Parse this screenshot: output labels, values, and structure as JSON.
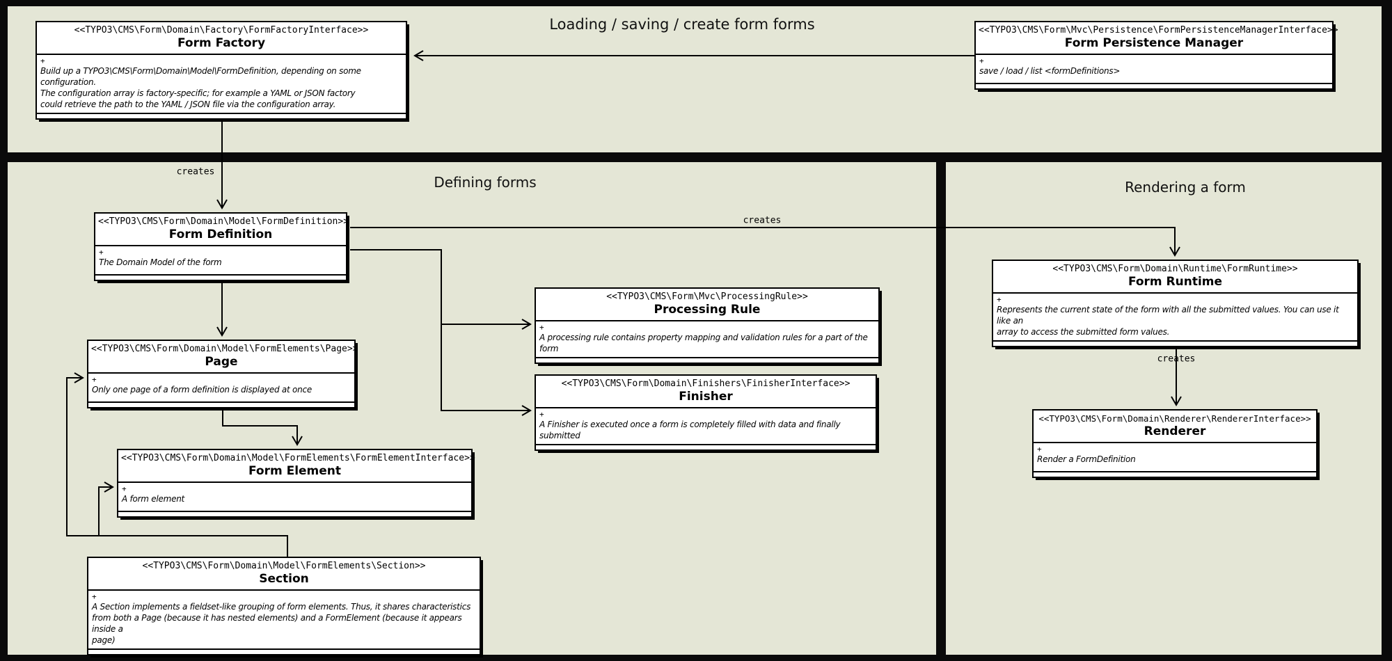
{
  "titles": {
    "top": "Loading / saving / create form forms",
    "defining": "Defining forms",
    "rendering": "Rendering a form"
  },
  "labels": {
    "plus": "+",
    "creates": "creates"
  },
  "colors": {
    "section_background": "#e4e6d6",
    "box_background": "#ffffff",
    "line": "#000000"
  },
  "boxes": {
    "form_factory": {
      "stereotype": "<<TYPO3\\CMS\\Form\\Domain\\Factory\\FormFactoryInterface>>",
      "name": "Form Factory",
      "description": "Build up a TYPO3\\CMS\\Form\\Domain\\Model\\FormDefinition, depending on some configuration.\nThe configuration array is factory-specific; for example a YAML or JSON factory\ncould retrieve the path to the YAML / JSON file via the configuration array."
    },
    "form_persistence_manager": {
      "stereotype": "<<TYPO3\\CMS\\Form\\Mvc\\Persistence\\FormPersistenceManagerInterface>>",
      "name": "Form Persistence Manager",
      "description": "save / load / list <formDefinitions>"
    },
    "form_definition": {
      "stereotype": "<<TYPO3\\CMS\\Form\\Domain\\Model\\FormDefinition>>",
      "name": "Form Definition",
      "description": "The Domain Model of the form"
    },
    "page": {
      "stereotype": "<<TYPO3\\CMS\\Form\\Domain\\Model\\FormElements\\Page>>",
      "name": "Page",
      "description": "Only one page of a form definition is displayed at once"
    },
    "form_element": {
      "stereotype": "<<TYPO3\\CMS\\Form\\Domain\\Model\\FormElements\\FormElementInterface>>",
      "name": "Form Element",
      "description": "A form element"
    },
    "section": {
      "stereotype": "<<TYPO3\\CMS\\Form\\Domain\\Model\\FormElements\\Section>>",
      "name": "Section",
      "description": "A Section implements a fieldset-like grouping of form elements. Thus, it shares characteristics\nfrom both a Page (because it has nested elements) and a FormElement (because it appears inside a\npage)"
    },
    "processing_rule": {
      "stereotype": "<<TYPO3\\CMS\\Form\\Mvc\\ProcessingRule>>",
      "name": "Processing Rule",
      "description": "A processing rule contains property mapping and validation rules for a part of the form"
    },
    "finisher": {
      "stereotype": "<<TYPO3\\CMS\\Form\\Domain\\Finishers\\FinisherInterface>>",
      "name": "Finisher",
      "description": "A Finisher is executed once a form is completely filled with data and finally submitted"
    },
    "form_runtime": {
      "stereotype": "<<TYPO3\\CMS\\Form\\Domain\\Runtime\\FormRuntime>>",
      "name": "Form Runtime",
      "description": "Represents the current state of the form with all the submitted values. You can use it like an\narray to access the submitted form values."
    },
    "renderer": {
      "stereotype": "<<TYPO3\\CMS\\Form\\Domain\\Renderer\\RendererInterface>>",
      "name": "Renderer",
      "description": "Render a FormDefinition"
    }
  }
}
